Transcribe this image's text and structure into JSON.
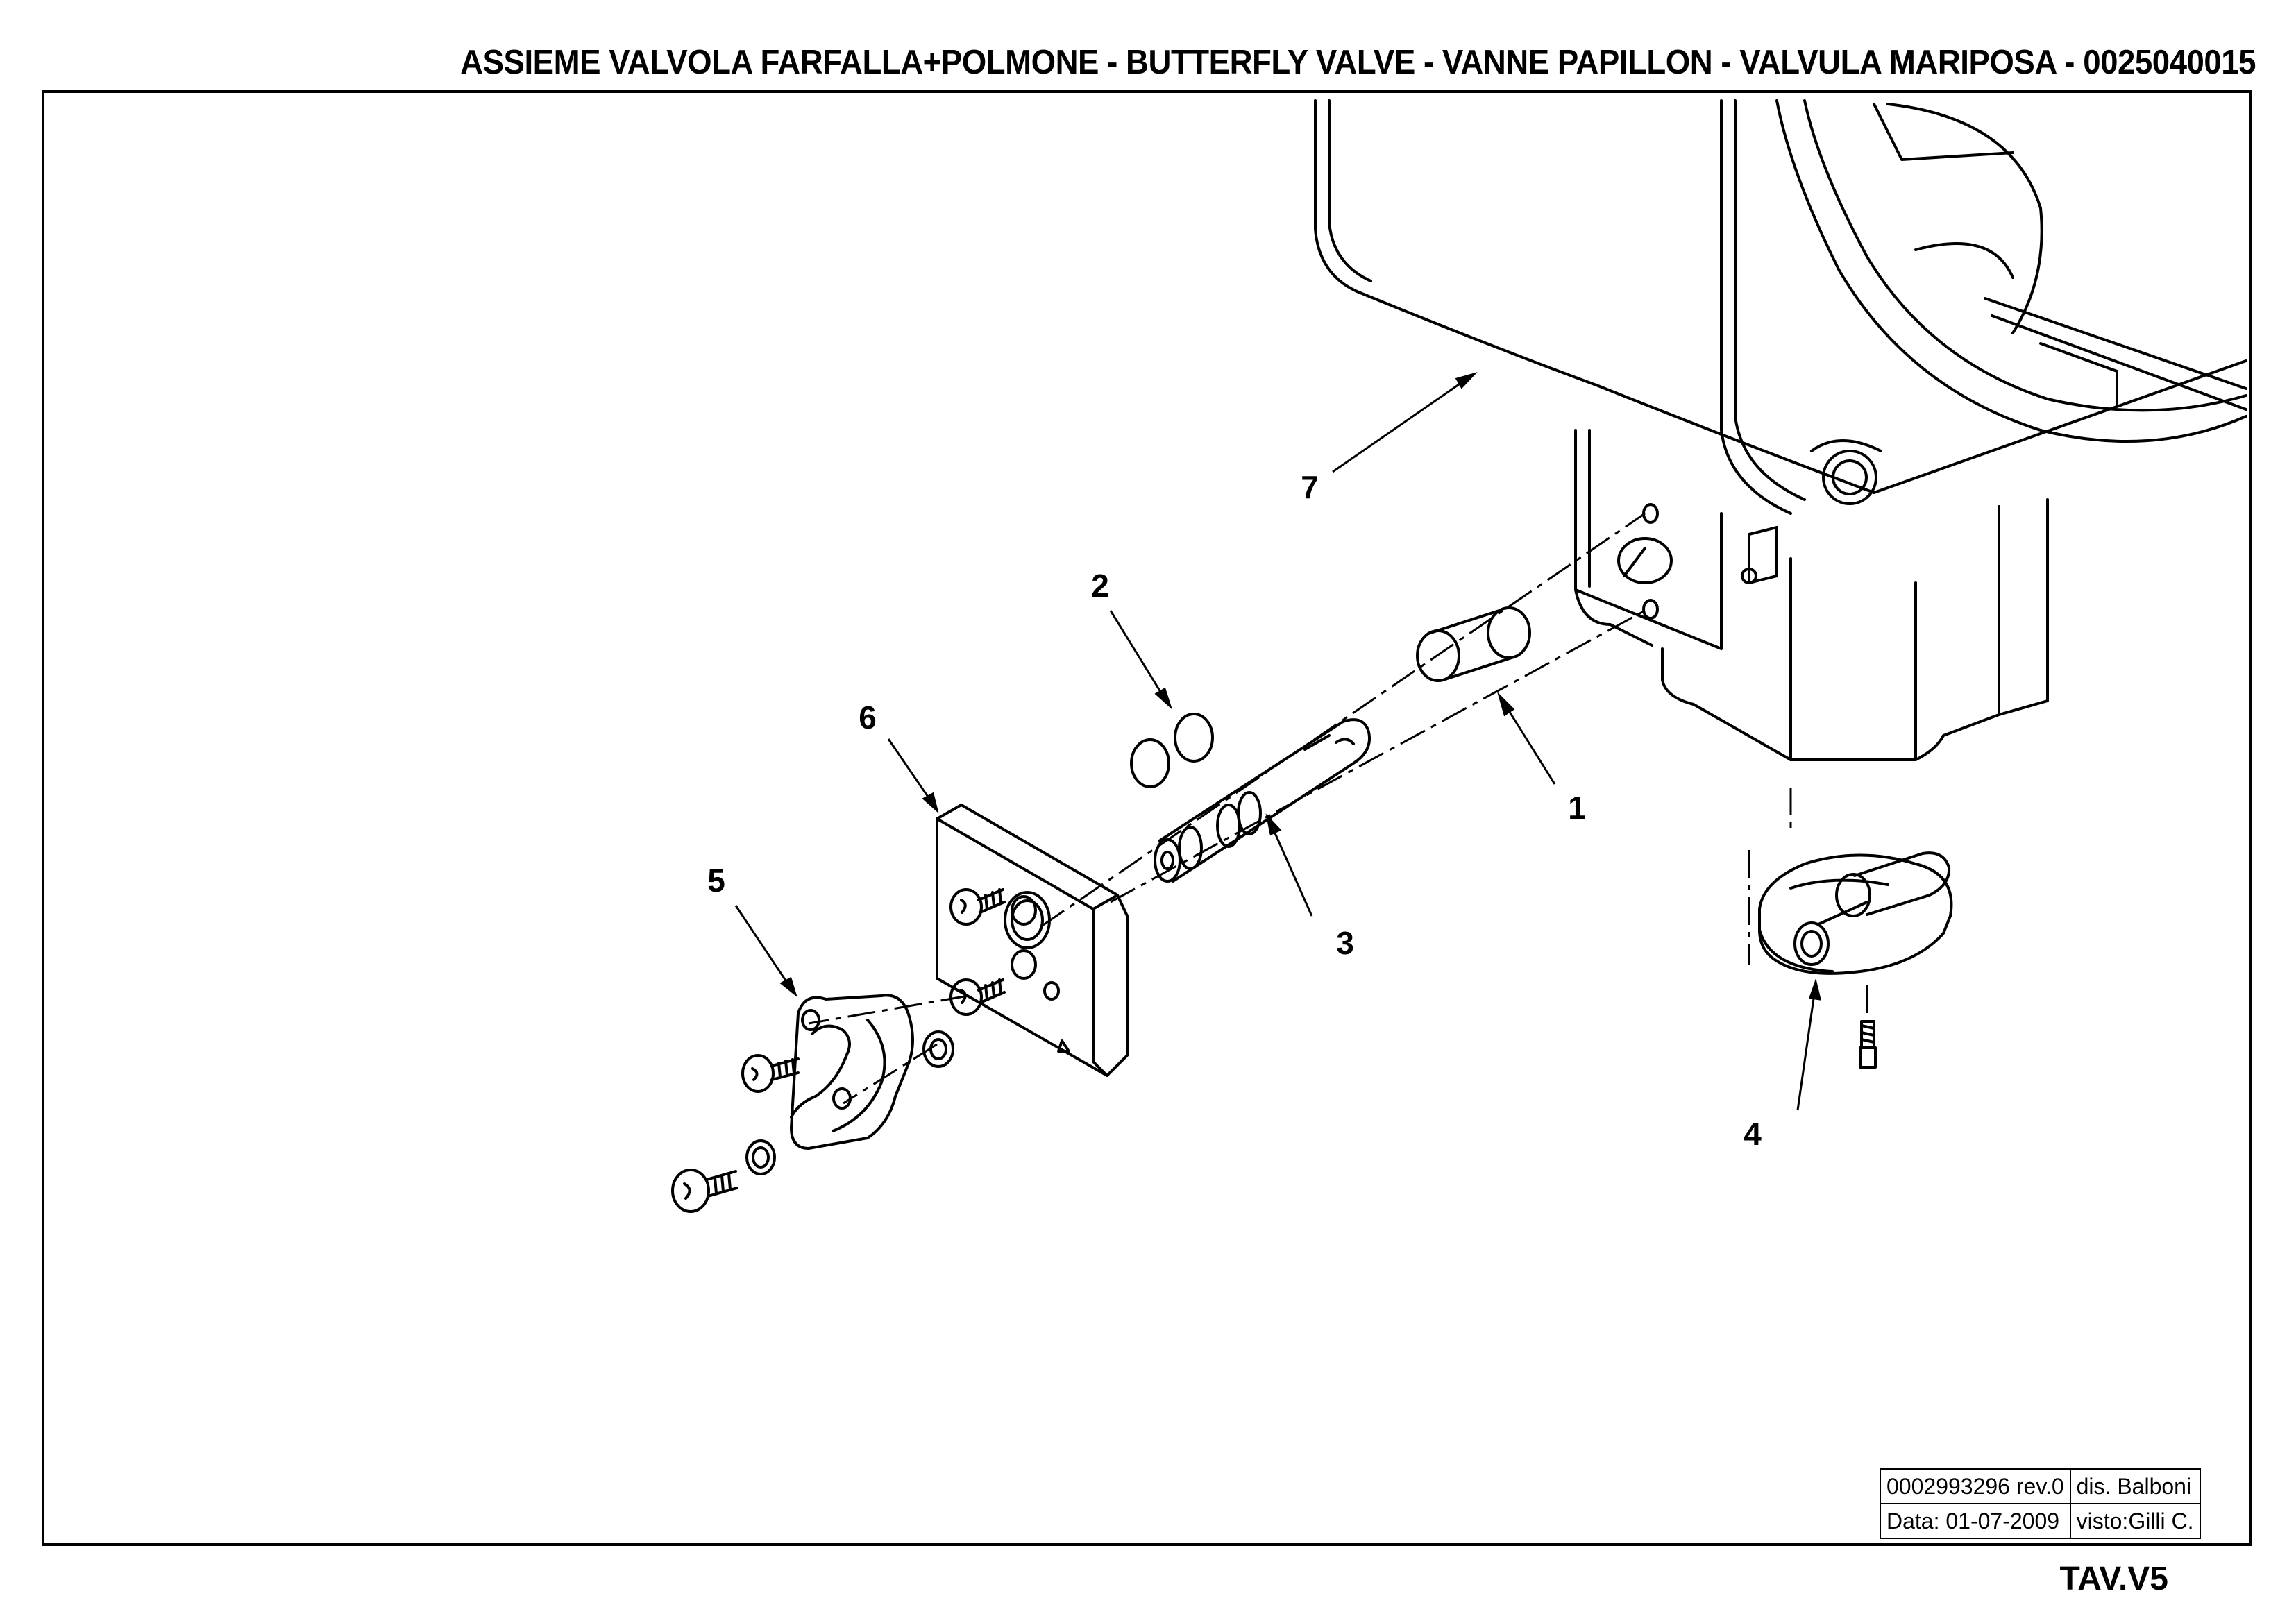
{
  "drawing": {
    "title": "ASSIEME VALVOLA FARFALLA+POLMONE - BUTTERFLY VALVE - VANNE PAPILLON - VALVULA MARIPOSA - 0025040015",
    "sheet_code": "TAV.V5",
    "title_block": {
      "doc_number": "0002993296 rev.0",
      "drawn_by": "dis. Balboni",
      "date": "Data: 01-07-2009",
      "checked_by": "visto:Gilli C."
    }
  },
  "callouts": [
    {
      "label": "1",
      "part": "bushing"
    },
    {
      "label": "2",
      "part": "o-rings"
    },
    {
      "label": "3",
      "part": "shaft"
    },
    {
      "label": "4",
      "part": "valve lever"
    },
    {
      "label": "5",
      "part": "hook bracket"
    },
    {
      "label": "6",
      "part": "mounting plate"
    },
    {
      "label": "7",
      "part": "valve body"
    }
  ]
}
